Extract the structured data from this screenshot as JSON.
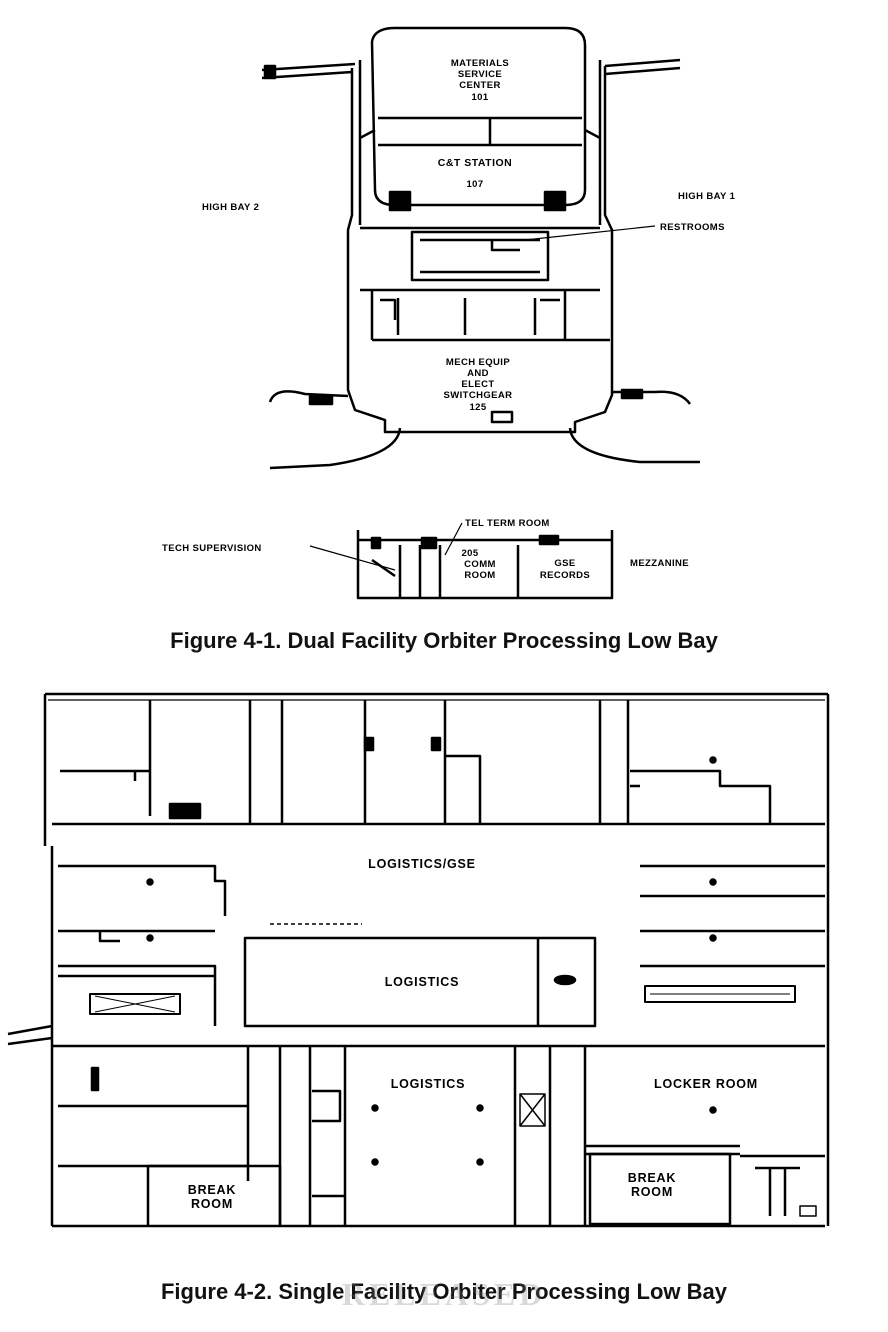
{
  "figure1": {
    "caption": "Figure 4-1.  Dual Facility Orbiter Processing Low Bay",
    "labels": {
      "materials_line1": "MATERIALS",
      "materials_line2": "SERVICE",
      "materials_line3": "CENTER",
      "materials_num": "101",
      "ct_station": "C&T STATION",
      "ct_num": "107",
      "high_bay_2": "HIGH BAY 2",
      "high_bay_1": "HIGH BAY 1",
      "restrooms": "RESTROOMS",
      "mech_line1": "MECH EQUIP",
      "mech_line2": "AND",
      "mech_line3": "ELECT",
      "mech_line4": "SWITCHGEAR",
      "mech_num": "125",
      "tel_term": "TEL TERM ROOM",
      "tech_supervision": "TECH SUPERVISION",
      "comm_num": "205",
      "comm_line1": "COMM",
      "comm_line2": "ROOM",
      "gse_line1": "GSE",
      "gse_line2": "RECORDS",
      "mezzanine": "MEZZANINE"
    }
  },
  "figure2": {
    "caption": "Figure 4-2.  Single Facility Orbiter Processing Low Bay",
    "labels": {
      "logistics_gse": "LOGISTICS/GSE",
      "logistics_center": "LOGISTICS",
      "logistics_lower": "LOGISTICS",
      "locker_room": "LOCKER ROOM",
      "break_left_1": "BREAK",
      "break_left_2": "ROOM",
      "break_right_1": "BREAK",
      "break_right_2": "ROOM"
    }
  },
  "watermark": "RELEASED"
}
